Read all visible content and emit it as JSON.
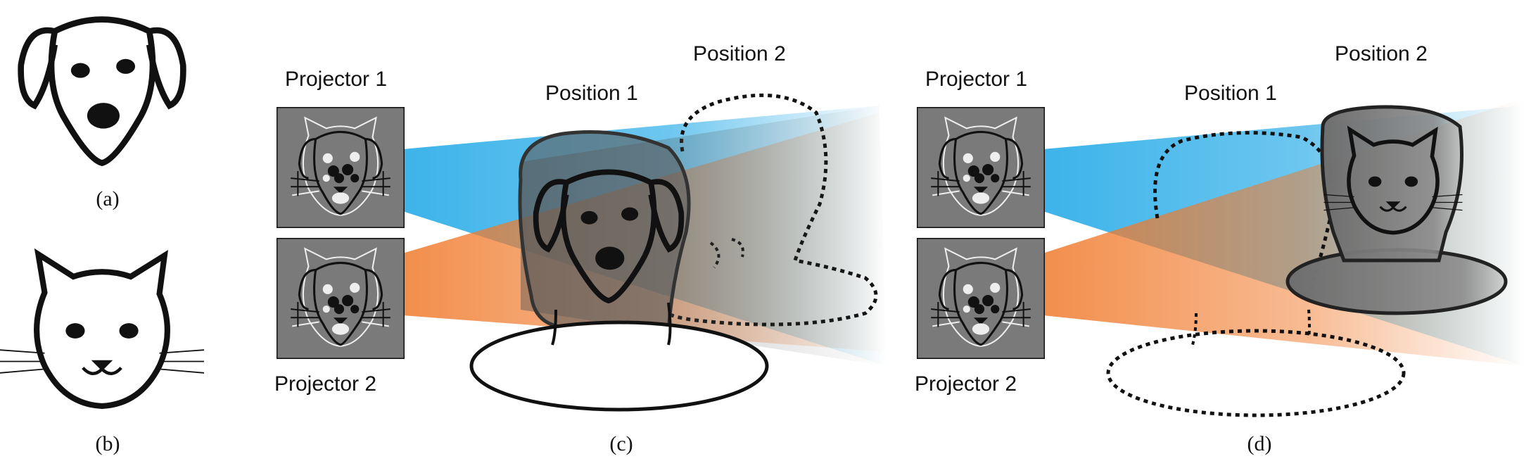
{
  "figure": {
    "panel_a": {
      "caption": "(a)"
    },
    "panel_b": {
      "caption": "(b)"
    },
    "panel_c": {
      "caption": "(c)",
      "projector_1": "Projector 1",
      "projector_2": "Projector 2",
      "position_1": "Position 1",
      "position_2": "Position 2"
    },
    "panel_d": {
      "caption": "(d)",
      "projector_1": "Projector 1",
      "projector_2": "Projector 2",
      "position_1": "Position 1",
      "position_2": "Position 2"
    }
  },
  "colors": {
    "projector_1_beam": "#1aa6e6",
    "projector_2_beam": "#f07a2c",
    "screen_gray": "#7a7a7a",
    "outline": "#111111"
  }
}
